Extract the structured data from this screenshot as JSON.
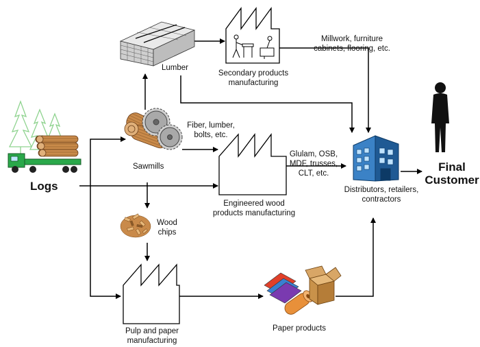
{
  "nodes": {
    "logs": "Logs",
    "lumber": "Lumber",
    "secondary": [
      "Secondary products",
      "manufacturing"
    ],
    "millwork": [
      "Millwork, furniture",
      "cabinets, flooring, etc."
    ],
    "fiber": [
      "Fiber, lumber,",
      "bolts, etc."
    ],
    "sawmills": "Sawmills",
    "glulam": [
      "Glulam, OSB,",
      "MDF, trusses,",
      "CLT, etc."
    ],
    "engineered": [
      "Engineered wood",
      "products manufacturing"
    ],
    "distributors": [
      "Distributors, retailers,",
      "contractors"
    ],
    "final_customer": [
      "Final",
      "Customer"
    ],
    "wood_chips": [
      "Wood",
      "chips"
    ],
    "pulp": [
      "Pulp and paper",
      "manufacturing"
    ],
    "paper_products": "Paper products"
  },
  "icons": {
    "logs": "log-truck-icon",
    "lumber": "lumber-stack-icon",
    "secondary": "factory-workers-icon",
    "sawmills": "sawmill-blades-icon",
    "engineered": "factory-icon",
    "distributors": "warehouse-building-icon",
    "final_customer": "person-silhouette-icon",
    "wood_chips": "wood-chips-icon",
    "pulp": "factory-icon",
    "paper_products": "paper-products-icon"
  }
}
